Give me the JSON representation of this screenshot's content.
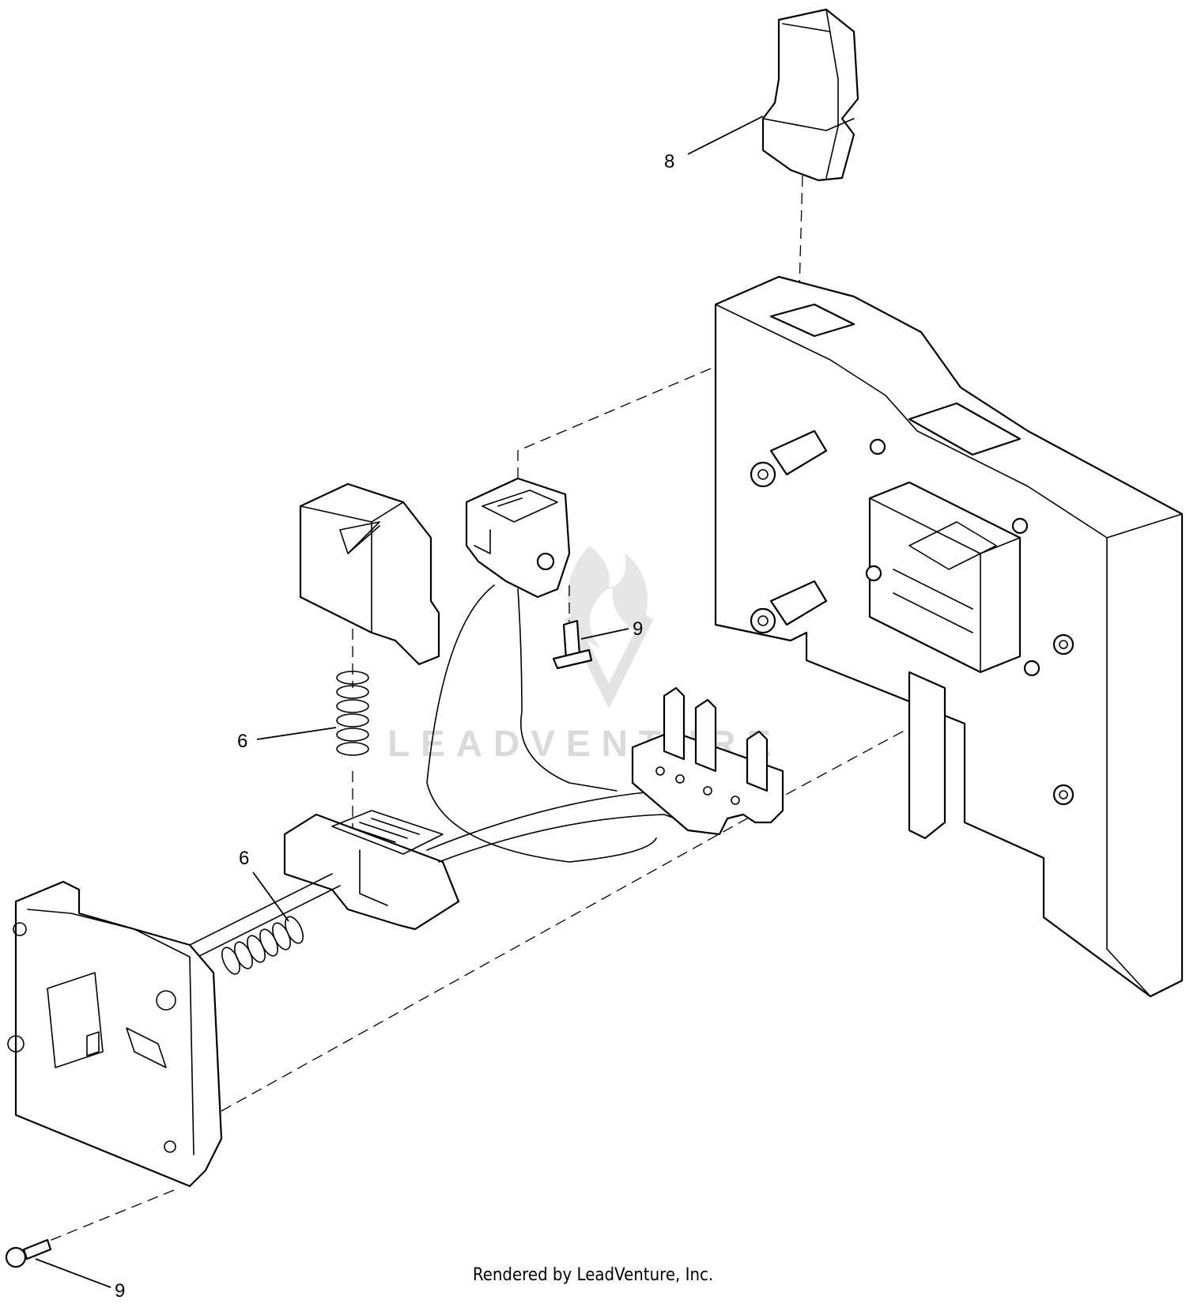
{
  "callouts": [
    {
      "id": "callout-8",
      "label": "8"
    },
    {
      "id": "callout-9-upper",
      "label": "9"
    },
    {
      "id": "callout-6-upper",
      "label": "6"
    },
    {
      "id": "callout-6-lower",
      "label": "6"
    },
    {
      "id": "callout-9-lower",
      "label": "9"
    }
  ],
  "watermark": "LEADVENTURE",
  "footer": "Rendered by LeadVenture, Inc."
}
